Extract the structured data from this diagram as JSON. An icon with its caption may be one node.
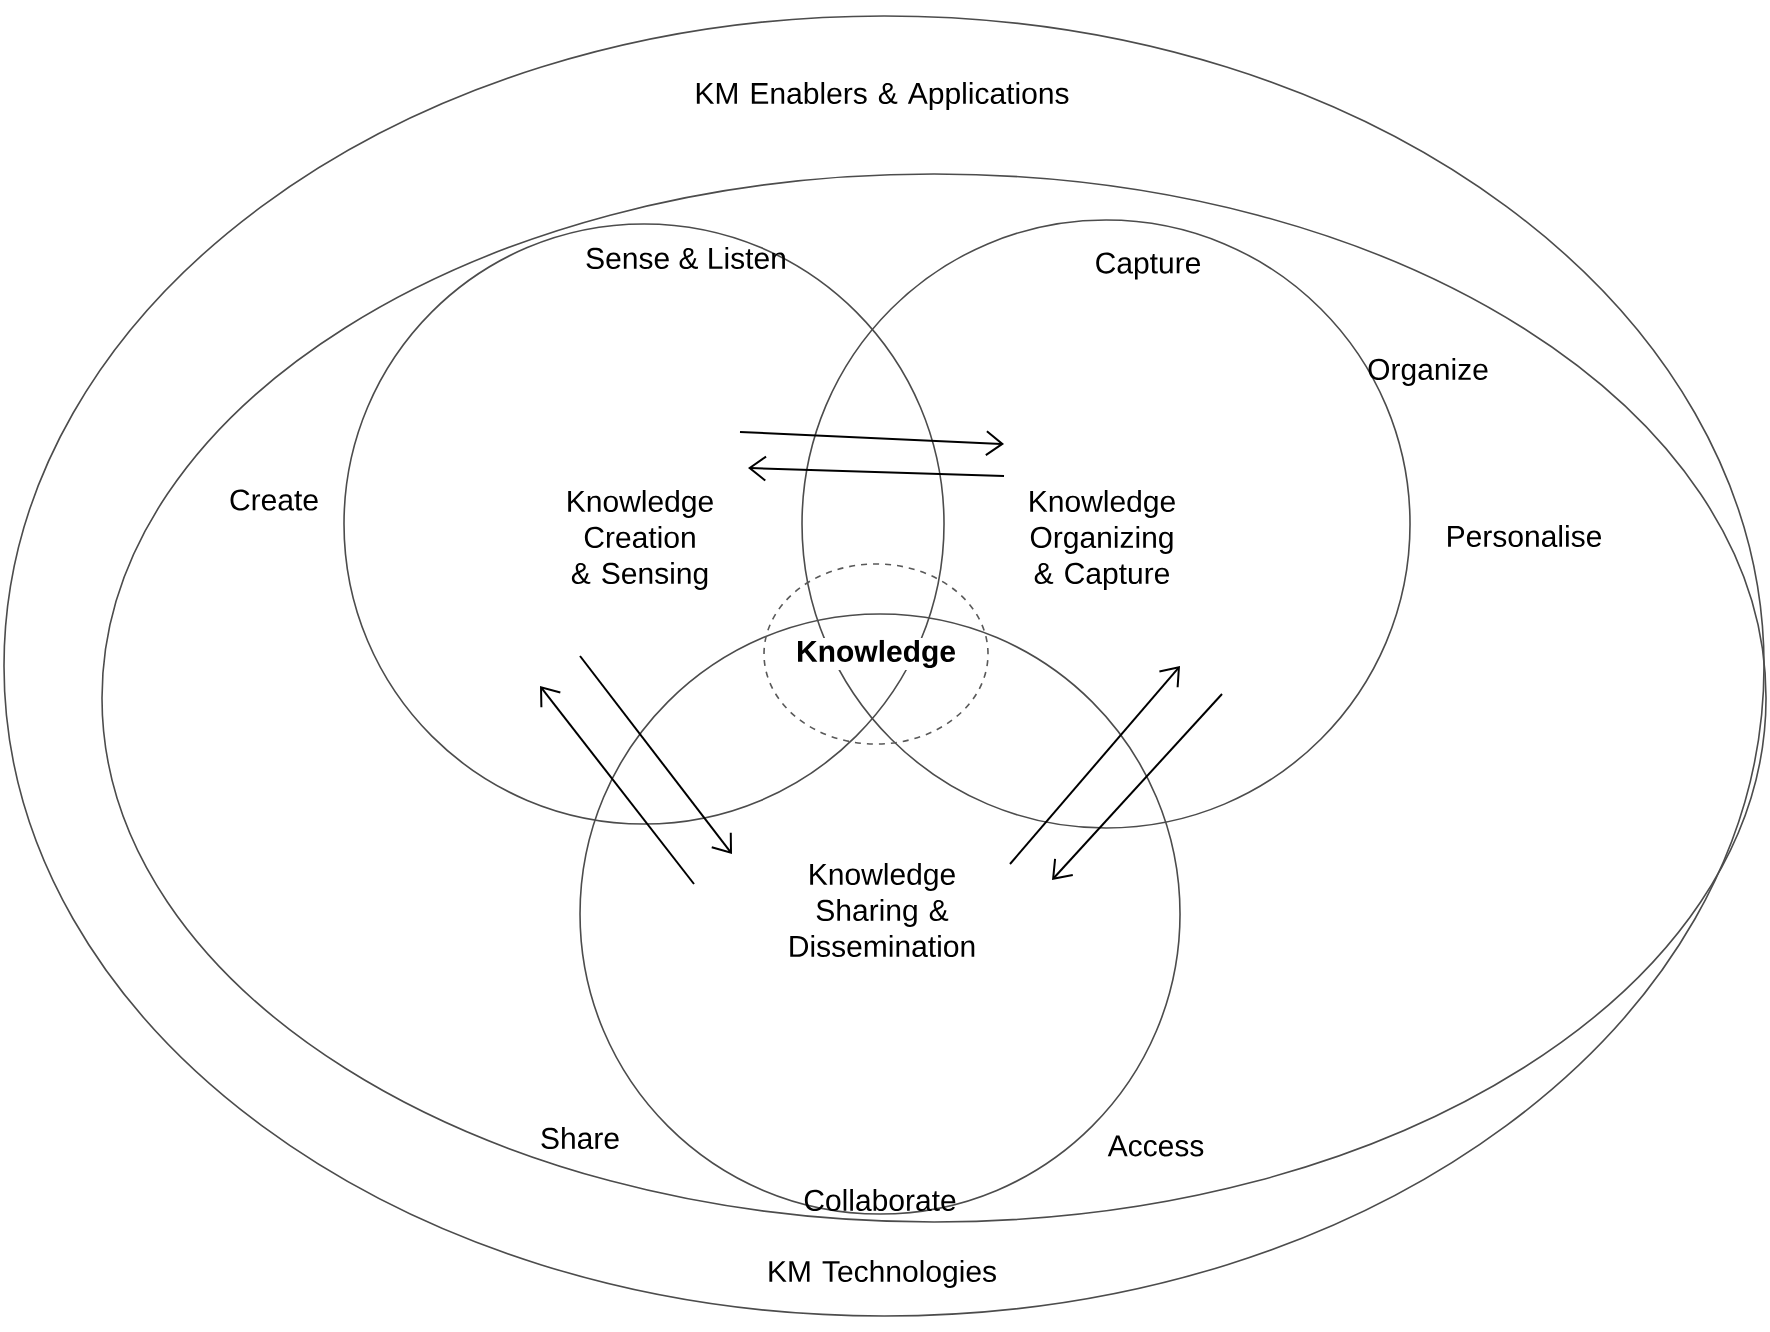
{
  "diagram": {
    "nodes": [
      {
        "text": [
          "KM Enablers & Applications",
          "KM Technologies"
        ]
      },
      {
        "text": [],
        "shape": "ellipse",
        "in": 0
      },
      {
        "text": [
          "Knowledge Creation & Sensing"
        ],
        "in": 1
      },
      {
        "text": [
          "Knowledge Organizing & Capture"
        ],
        "in": 1
      },
      {
        "text": [
          "Knowledge Sharing & Dissemination"
        ],
        "in": 1
      },
      {
        "text": [
          "**Knowledge**"
        ],
        "in": 1
      }
    ],
    "edges": [
      {
        "from": 2,
        "to": 3,
        "arrow": "to"
      },
      {
        "from": 3,
        "to": 2,
        "arrow": "to"
      },
      {
        "from": 2,
        "to": 4,
        "arrow": "to"
      },
      {
        "from": 4,
        "to": 2,
        "arrow": "to"
      },
      {
        "from": 4,
        "to": 3,
        "arrow": "to"
      },
      {
        "from": 3,
        "to": 4,
        "arrow": "to"
      }
    ],
    "labels": [
      "Sense & Listen",
      "Capture",
      "Organize",
      "Create",
      "Personalise",
      "Share",
      "Collaborate",
      "Access"
    ]
  }
}
